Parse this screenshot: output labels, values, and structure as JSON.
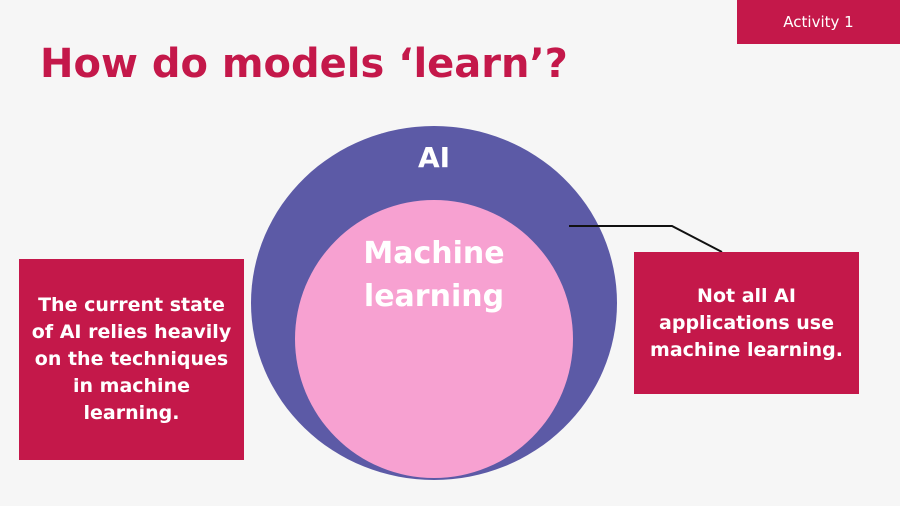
{
  "slide": {
    "badge": "Activity 1",
    "title": "How do models ‘learn’?"
  },
  "diagram": {
    "outer_label": "AI",
    "inner_label_line1": "Machine",
    "inner_label_line2": "learning",
    "left_note": "The current state of AI relies heavily on the techniques in machine learning.",
    "right_note": "Not all AI applications use machine learning."
  },
  "colors": {
    "accent": "#c4184a",
    "outer_circle": "#5c5aa6",
    "inner_circle": "#f7a1d1",
    "background": "#f6f6f6"
  }
}
